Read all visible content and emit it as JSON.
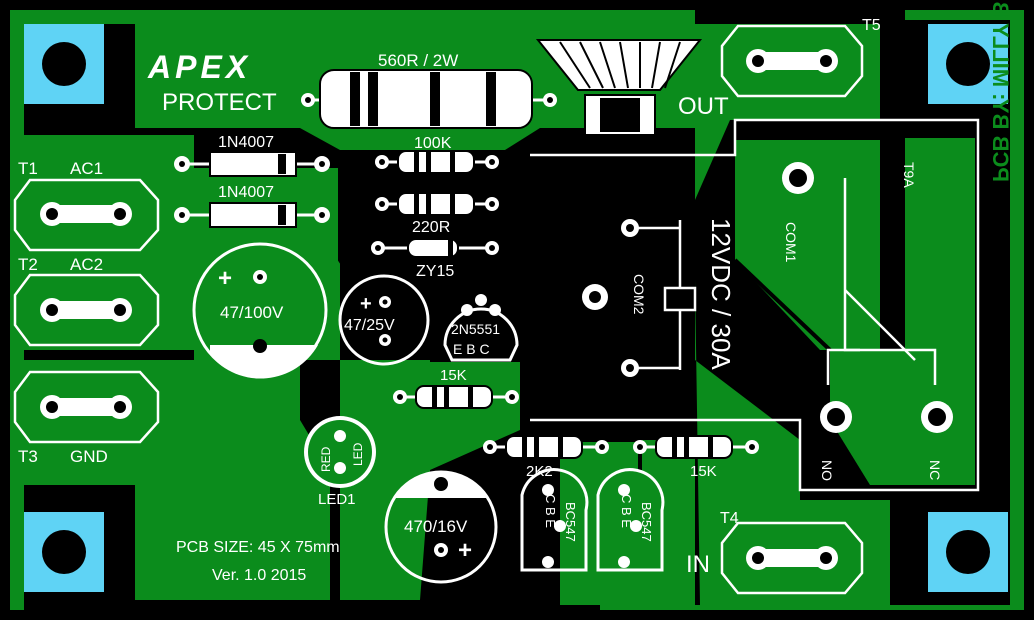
{
  "colors": {
    "board": "#000000",
    "copper": "#0a8a1a",
    "copper_dark": "#066812",
    "mount_pad": "#5fd3f5",
    "silkscreen": "#ffffff",
    "hole": "#000000"
  },
  "brand": {
    "logo_text": "APEX",
    "subtitle": "PROTECT"
  },
  "terminals": {
    "t1": "T1",
    "ac1": "AC1",
    "t2": "T2",
    "ac2": "AC2",
    "t3": "T3",
    "gnd": "GND",
    "t4": "T4",
    "in": "IN",
    "t5": "T5",
    "out": "OUT"
  },
  "components": {
    "r_560": "560R / 2W",
    "d1": "1N4007",
    "d2": "1N4007",
    "r_100k": "100K",
    "r_220": "220R",
    "zener": "ZY15",
    "cap_47_100": "47/100V",
    "cap_47_25": "47/25V",
    "q_2n5551": "2N5551",
    "q_2n5551_pins": "E B C",
    "r_15k_a": "15K",
    "r_2k2": "2K2",
    "r_15k_b": "15K",
    "cap_470": "470/16V",
    "led_label": "LED1",
    "led_text_red": "RED",
    "led_text_led": "LED",
    "bc547_a": "BC547",
    "bc547_a_pins": "C B E",
    "bc547_b": "BC547",
    "bc547_b_pins": "C B E",
    "relay_rating": "12VDC / 30A",
    "relay_com1": "COM1",
    "relay_com2": "COM2",
    "relay_no": "NO",
    "relay_nc": "NC",
    "relay_t9a": "T9A",
    "plus": "+"
  },
  "info": {
    "pcb_size": "PCB SIZE: 45 X 75mm",
    "version": "Ver. 1.0 2015",
    "credit": "PCB BY: MILLY B. C"
  }
}
